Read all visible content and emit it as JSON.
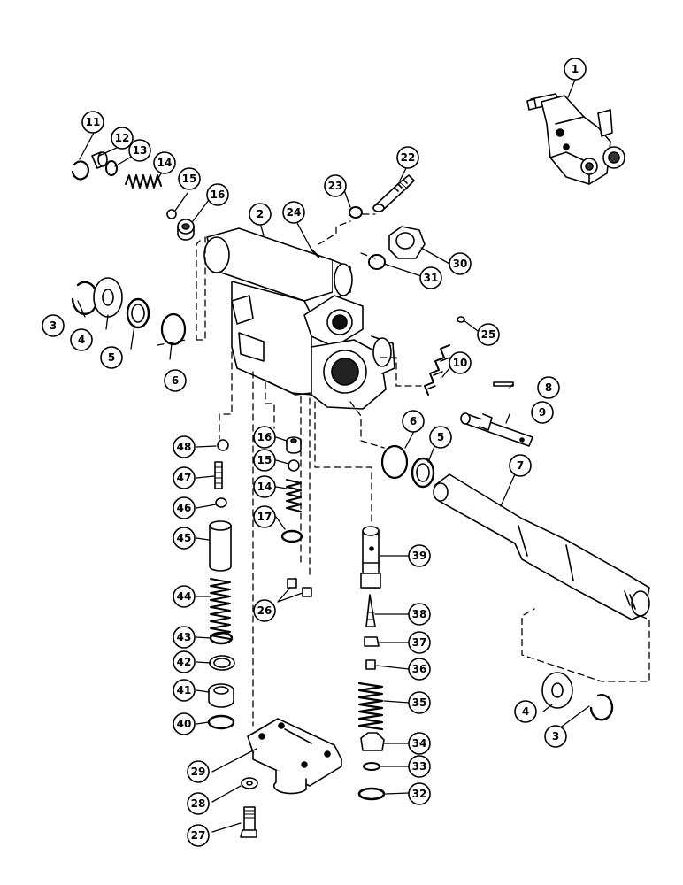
{
  "callouts": [
    {
      "id": "c1",
      "label": "1"
    },
    {
      "id": "c2",
      "label": "2"
    },
    {
      "id": "c3a",
      "label": "3"
    },
    {
      "id": "c3b",
      "label": "3"
    },
    {
      "id": "c4a",
      "label": "4"
    },
    {
      "id": "c4b",
      "label": "4"
    },
    {
      "id": "c5a",
      "label": "5"
    },
    {
      "id": "c5b",
      "label": "5"
    },
    {
      "id": "c6a",
      "label": "6"
    },
    {
      "id": "c6b",
      "label": "6"
    },
    {
      "id": "c7",
      "label": "7"
    },
    {
      "id": "c8",
      "label": "8"
    },
    {
      "id": "c9",
      "label": "9"
    },
    {
      "id": "c10",
      "label": "10"
    },
    {
      "id": "c11",
      "label": "11"
    },
    {
      "id": "c12",
      "label": "12"
    },
    {
      "id": "c13",
      "label": "13"
    },
    {
      "id": "c14a",
      "label": "14"
    },
    {
      "id": "c14b",
      "label": "14"
    },
    {
      "id": "c15a",
      "label": "15"
    },
    {
      "id": "c15b",
      "label": "15"
    },
    {
      "id": "c16a",
      "label": "16"
    },
    {
      "id": "c16b",
      "label": "16"
    },
    {
      "id": "c17",
      "label": "17"
    },
    {
      "id": "c22",
      "label": "22"
    },
    {
      "id": "c23",
      "label": "23"
    },
    {
      "id": "c24",
      "label": "24"
    },
    {
      "id": "c25",
      "label": "25"
    },
    {
      "id": "c26",
      "label": "26"
    },
    {
      "id": "c27",
      "label": "27"
    },
    {
      "id": "c28",
      "label": "28"
    },
    {
      "id": "c29",
      "label": "29"
    },
    {
      "id": "c30",
      "label": "30"
    },
    {
      "id": "c31",
      "label": "31"
    },
    {
      "id": "c32",
      "label": "32"
    },
    {
      "id": "c33",
      "label": "33"
    },
    {
      "id": "c34",
      "label": "34"
    },
    {
      "id": "c35",
      "label": "35"
    },
    {
      "id": "c36",
      "label": "36"
    },
    {
      "id": "c37",
      "label": "37"
    },
    {
      "id": "c38",
      "label": "38"
    },
    {
      "id": "c39",
      "label": "39"
    },
    {
      "id": "c40",
      "label": "40"
    },
    {
      "id": "c41",
      "label": "41"
    },
    {
      "id": "c42",
      "label": "42"
    },
    {
      "id": "c43",
      "label": "43"
    },
    {
      "id": "c44",
      "label": "44"
    },
    {
      "id": "c45",
      "label": "45"
    },
    {
      "id": "c46",
      "label": "46"
    },
    {
      "id": "c47",
      "label": "47"
    },
    {
      "id": "c48",
      "label": "48"
    }
  ],
  "colors": {
    "ink": "#000000",
    "paper": "#ffffff",
    "shade": "#555555"
  }
}
